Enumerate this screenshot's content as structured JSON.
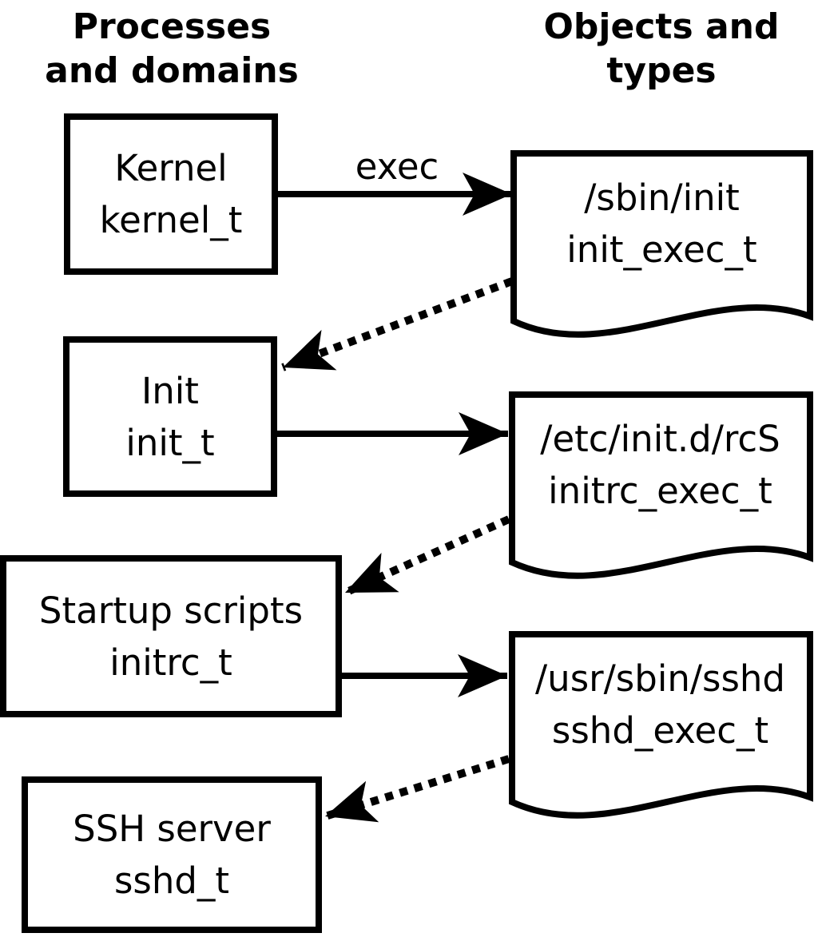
{
  "headers": {
    "left": "Processes and domains",
    "right": "Objects and types"
  },
  "exec_arrow": {
    "label": "exec"
  },
  "processes": [
    {
      "label": "Kernel",
      "type": "kernel_t"
    },
    {
      "label": "Init",
      "type": "init_t"
    },
    {
      "label": "Startup scripts",
      "type": "initrc_t"
    },
    {
      "label": "SSH server",
      "type": "sshd_t"
    }
  ],
  "objects": [
    {
      "path": "/sbin/init",
      "type": "init_exec_t"
    },
    {
      "path": "/etc/init.d/rcS",
      "type": "initrc_exec_t"
    },
    {
      "path": "/usr/sbin/sshd",
      "type": "sshd_exec_t"
    }
  ],
  "colors": {
    "foreground": "#000000",
    "background": "#ffffff"
  }
}
